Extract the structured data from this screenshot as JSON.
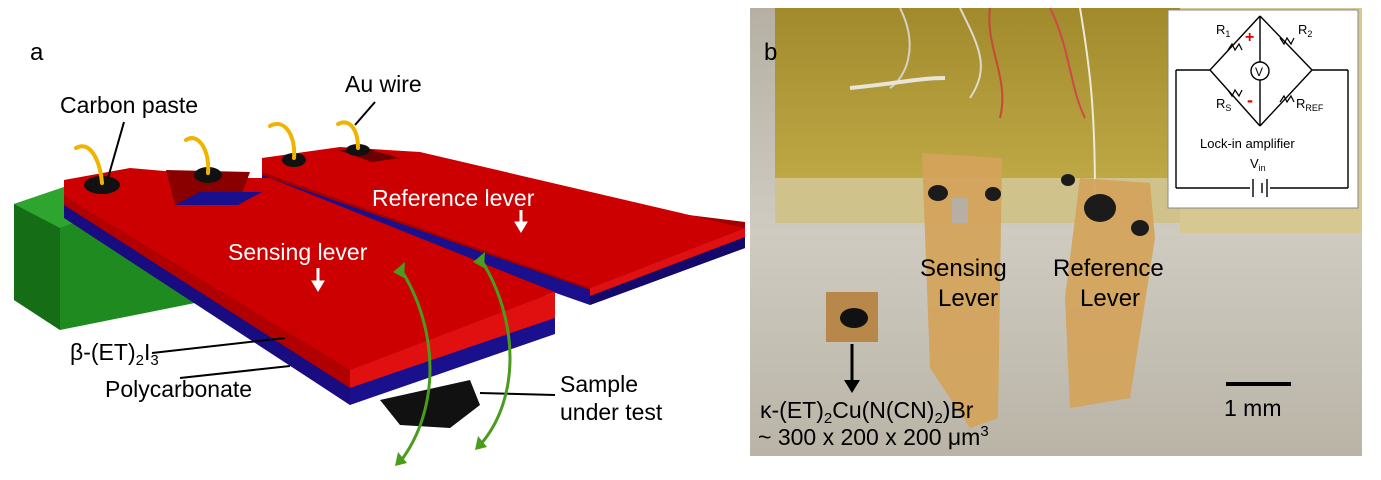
{
  "panel_a": {
    "panel_label": "a",
    "labels": {
      "carbon_paste": "Carbon paste",
      "au_wire": "Au wire",
      "reference_lever": "Reference lever",
      "sensing_lever": "Sensing lever",
      "polycarbonate": "Polycarbonate",
      "sample_line1": "Sample",
      "sample_line2": "under test",
      "beta_prefix": "β-(ET)",
      "beta_sub1": "2",
      "beta_i": "I",
      "beta_sub2": "3"
    },
    "colors": {
      "lever_red": "#cc0000",
      "lever_blue": "#1a0f8c",
      "base_green": "#1f8a1f",
      "wire_gold": "#f0b400",
      "arrow_green": "#4a9b1e"
    }
  },
  "panel_b": {
    "panel_label": "b",
    "labels": {
      "sensing_line1": "Sensing",
      "sensing_line2": "Lever",
      "reference_line1": "Reference",
      "reference_line2": "Lever",
      "scale_bar": "1 mm",
      "crystal_formula_a": "κ-(ET)",
      "crystal_formula_sub": "2",
      "crystal_formula_b": "Cu(N(CN)",
      "crystal_formula_sub2": "2",
      "crystal_formula_c": ")Br",
      "crystal_size": "~ 300 x 200 x 200 μm",
      "crystal_size_sup": "3"
    },
    "inset": {
      "r1": "R",
      "r1_sub": "1",
      "r2": "R",
      "r2_sub": "2",
      "rs": "R",
      "rs_sub": "S",
      "rref": "R",
      "rref_sub": "REF",
      "plus": "+",
      "minus": "-",
      "voltmeter": "V",
      "lockin": "Lock-in amplifier",
      "vin": "V",
      "vin_sub": "in"
    }
  }
}
